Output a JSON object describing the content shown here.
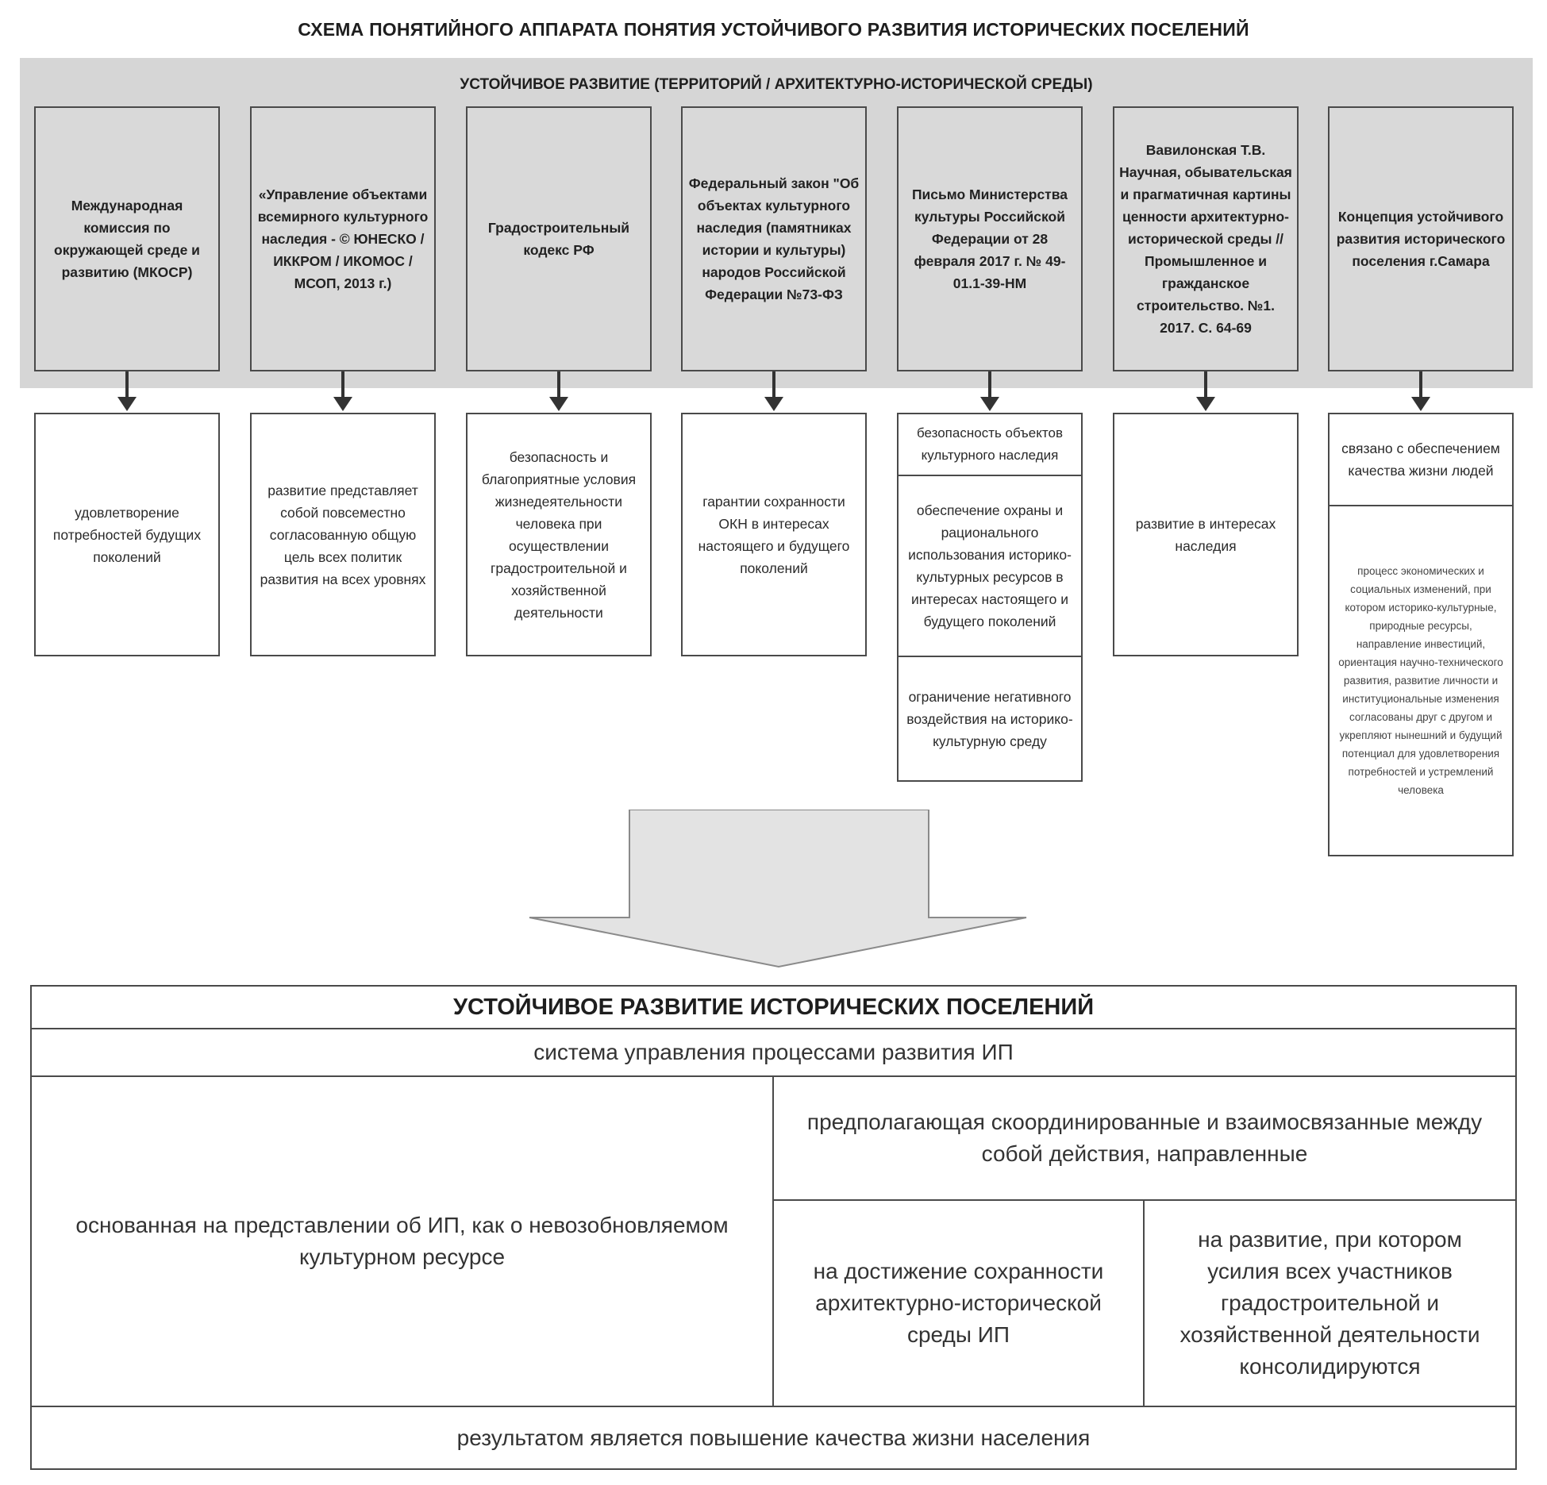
{
  "title": "СХЕМА ПОНЯТИЙНОГО АППАРАТА ПОНЯТИЯ УСТОЙЧИВОГО РАЗВИТИЯ ИСТОРИЧЕСКИХ ПОСЕЛЕНИЙ",
  "band_title": "УСТОЙЧИВОЕ РАЗВИТИЕ (ТЕРРИТОРИЙ / АРХИТЕКТУРНО-ИСТОРИЧЕСКОЙ СРЕДЫ)",
  "sources": [
    "Международная комиссия по окружающей среде и развитию (МКОСР)",
    "«Управление объектами всемирного культурного наследия - © ЮНЕСКО / ИККРОМ / ИКОМОС / МСОП, 2013 г.)",
    "Градостроительный кодекс РФ",
    "Федеральный закон \"Об объектах культурного наследия (памятниках истории и культуры) народов Российской Федерации №73-ФЗ",
    "Письмо Министерства культуры Российской Федерации от 28 февраля 2017 г. № 49-01.1-39-НМ",
    "Вавилонская Т.В. Научная, обывательская и прагматичная картины ценности архитектурно-исторической среды // Промышленное и гражданское строительство. №1. 2017. С. 64-69",
    "Концепция устойчивого развития исторического поселения г.Самара"
  ],
  "definitions": {
    "d1": "удовлетворение потребностей будущих поколений",
    "d2": "развитие представляет собой повсеместно согласованную общую цель всех политик развития на всех уровнях",
    "d3": "безопасность и благоприятные условия жизнедеятельности человека при осуществлении градостроительной и хозяйственной деятельности",
    "d4": "гарантии сохранности ОКН в интересах настоящего и будущего поколений",
    "d5a": "безопасность объектов культурного наследия",
    "d5b": "обеспечение охраны и рационального использования историко-культурных ресурсов в интересах настоящего и будущего поколений",
    "d5c": "ограничение негативного воздействия на историко-культурную среду",
    "d6": "развитие в интересах наследия",
    "d7a": "связано с обеспечением качества жизни людей",
    "d7b": "процесс экономических и социальных изменений, при котором историко-культурные, природные ресурсы, направление инвестиций, ориентация научно-технического развития, развитие личности и институциональные изменения согласованы друг с другом и укрепляют нынешний и будущий потенциал для удовлетворения потребностей и устремлений человека"
  },
  "result": {
    "title": "УСТОЙЧИВОЕ РАЗВИТИЕ ИСТОРИЧЕСКИХ ПОСЕЛЕНИЙ",
    "system": "система управления процессами развития ИП",
    "based": "основанная на представлении об ИП, как о невозобновляемом культурном ресурсе",
    "actions": "предполагающая скоординированные и взаимосвязанные между собой действия, направленные",
    "preservation": "на достижение сохранности архитектурно-исторической среды ИП",
    "development": "на развитие, при котором усилия всех участников градостроительной и хозяйственной деятельности консолидируются",
    "outcome": "результатом является повышение качества жизни населения"
  },
  "colors": {
    "band": "#d6d6d6",
    "source_box": "#d9d9d9",
    "border": "#4a4a4a",
    "arrow": "#333333",
    "big_arrow_fill": "#e3e3e3"
  }
}
